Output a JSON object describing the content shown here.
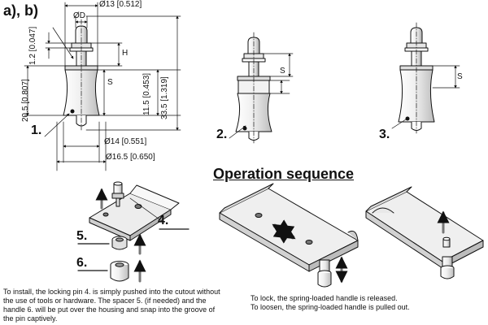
{
  "figure": {
    "title_ab": "a), b)",
    "heading": "Operation sequence",
    "variants": [
      "1.",
      "2.",
      "3."
    ],
    "parts": [
      "4.",
      "5.",
      "6."
    ]
  },
  "dimensions": {
    "d13": "Ø13 [0.512]",
    "dD": "ØD",
    "h12": "1.2 [0.047]",
    "H": "H",
    "S": "S",
    "h205": "20.5 [0.807]",
    "h115": "11.5 [0.453]",
    "h335": "33.5 [1.319]",
    "d14": "Ø14 [0.551]",
    "d165": "Ø16.5 [0.650]"
  },
  "captions": {
    "install": [
      "To install, the locking pin 4. is simply pushed into the cutout without",
      "the use of tools or hardware. The spacer 5. (if needed) and the",
      "handle 6. will be put over the housing and snap into the groove of",
      "the pin captively."
    ],
    "operate": [
      "To lock, the spring-loaded handle is released.",
      "To loosen, the spring-loaded handle is pulled out."
    ]
  },
  "colors": {
    "line": "#111111",
    "fill_light": "#f4f4f4",
    "fill_mid": "#d8d8d8",
    "fill_dark": "#9a9a9a"
  }
}
